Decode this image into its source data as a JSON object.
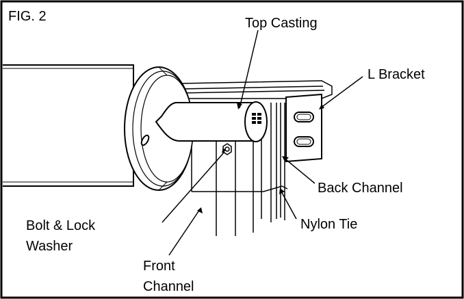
{
  "figure": {
    "title": "FIG. 2",
    "labels": {
      "top_casting": "Top Casting",
      "l_bracket": "L Bracket",
      "back_channel": "Back Channel",
      "nylon_tie": "Nylon Tie",
      "bolt_lock_washer_line1": "Bolt & Lock",
      "bolt_lock_washer_line2": "Washer",
      "front_channel_line1": "Front",
      "front_channel_line2": "Channel"
    }
  }
}
